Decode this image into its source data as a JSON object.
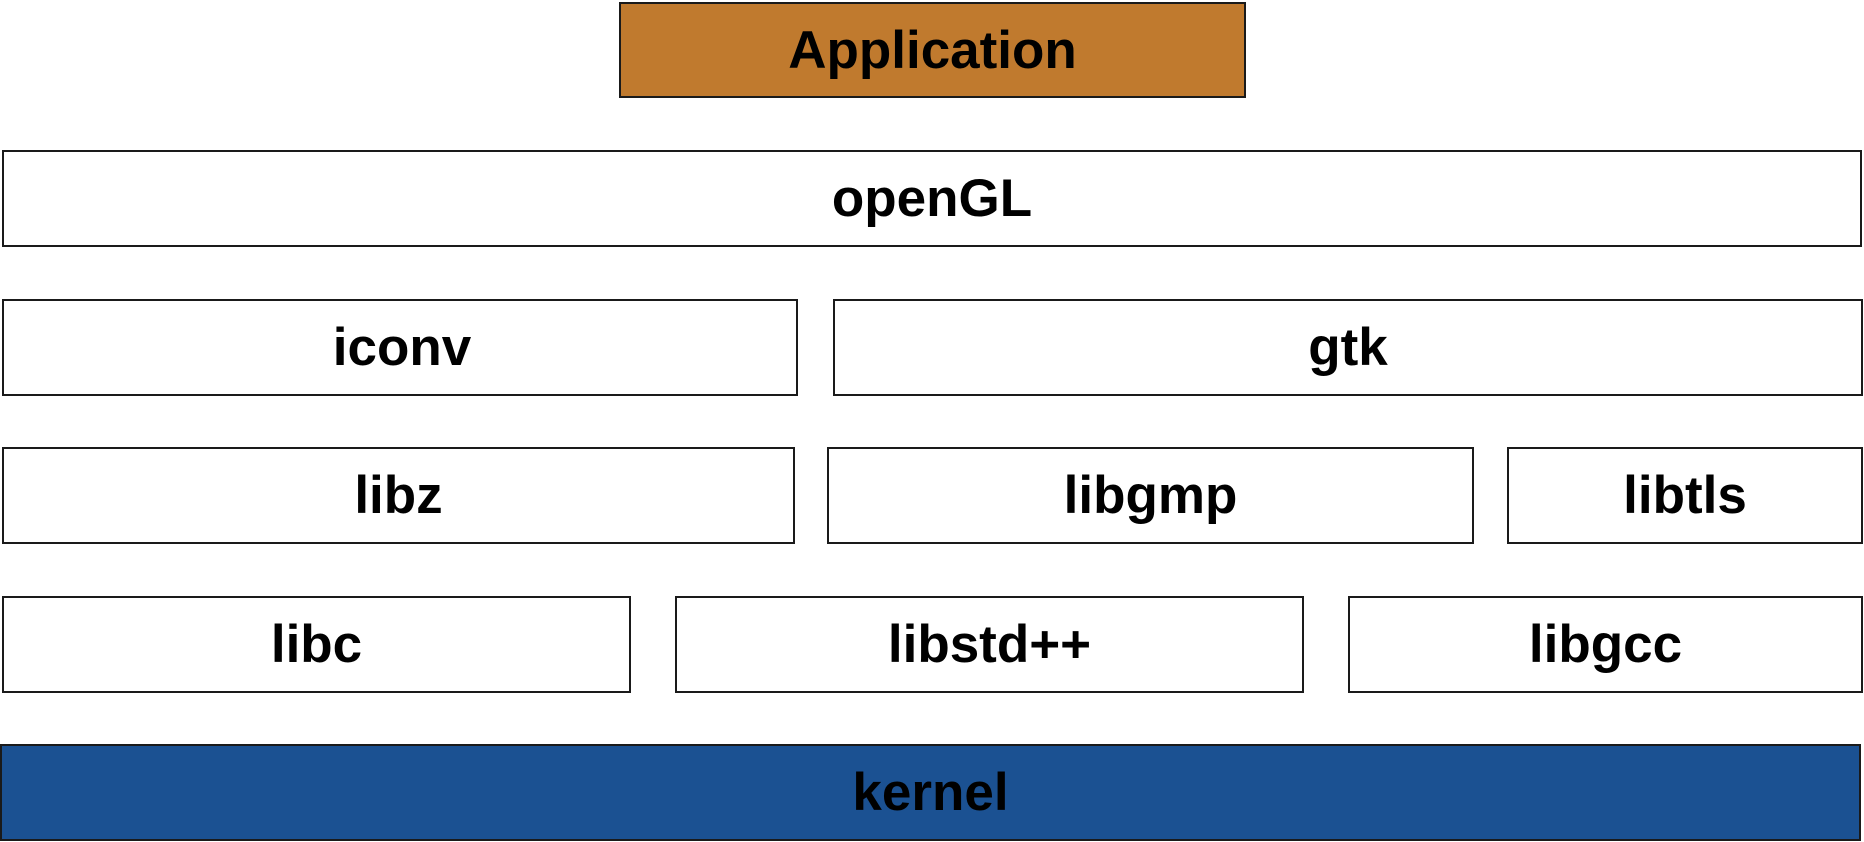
{
  "diagram": {
    "colors": {
      "application_fill": "#c07a2e",
      "kernel_fill": "#1b5192",
      "layer_fill": "#ffffff",
      "border": "#1a1a1a",
      "text": "#000000"
    },
    "layers": {
      "application": "Application",
      "opengl": "openGL",
      "iconv": "iconv",
      "gtk": "gtk",
      "libz": "libz",
      "libgmp": "libgmp",
      "libtls": "libtls",
      "libc": "libc",
      "libstdcpp": "libstd++",
      "libgcc": "libgcc",
      "kernel": "kernel"
    }
  }
}
